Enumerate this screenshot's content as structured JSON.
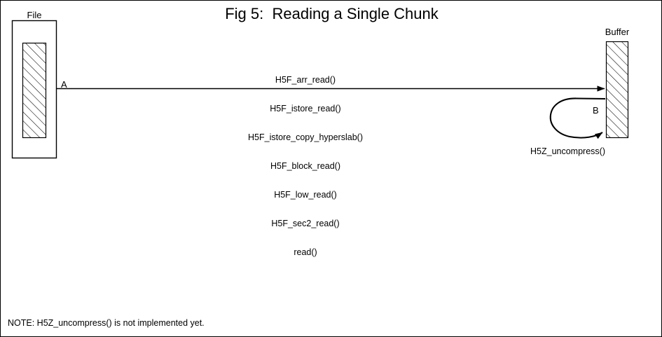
{
  "page": {
    "title": "Fig 5:  Reading a Single Chunk"
  },
  "diagram": {
    "file_block": {
      "label": "File",
      "fill": "hatch",
      "border_color": "#000000"
    },
    "buffer_block": {
      "label": "Buffer",
      "fill": "hatch",
      "border_color": "#000000"
    },
    "markers": {
      "a": "A",
      "b": "B"
    },
    "transfer_arrow": {
      "marker": "A",
      "calls": [
        "H5F_arr_read()",
        "H5F_istore_read()",
        "H5F_istore_copy_hyperslab()",
        "H5F_block_read()",
        "H5F_low_read()",
        "H5F_sec2_read()",
        "read()"
      ]
    },
    "loop_arrow": {
      "marker": "B",
      "label": "H5Z_uncompress()"
    }
  },
  "footer": {
    "note": "NOTE: H5Z_uncompress() is not implemented yet."
  },
  "colors": {
    "ink": "#000000",
    "paper": "#ffffff"
  }
}
